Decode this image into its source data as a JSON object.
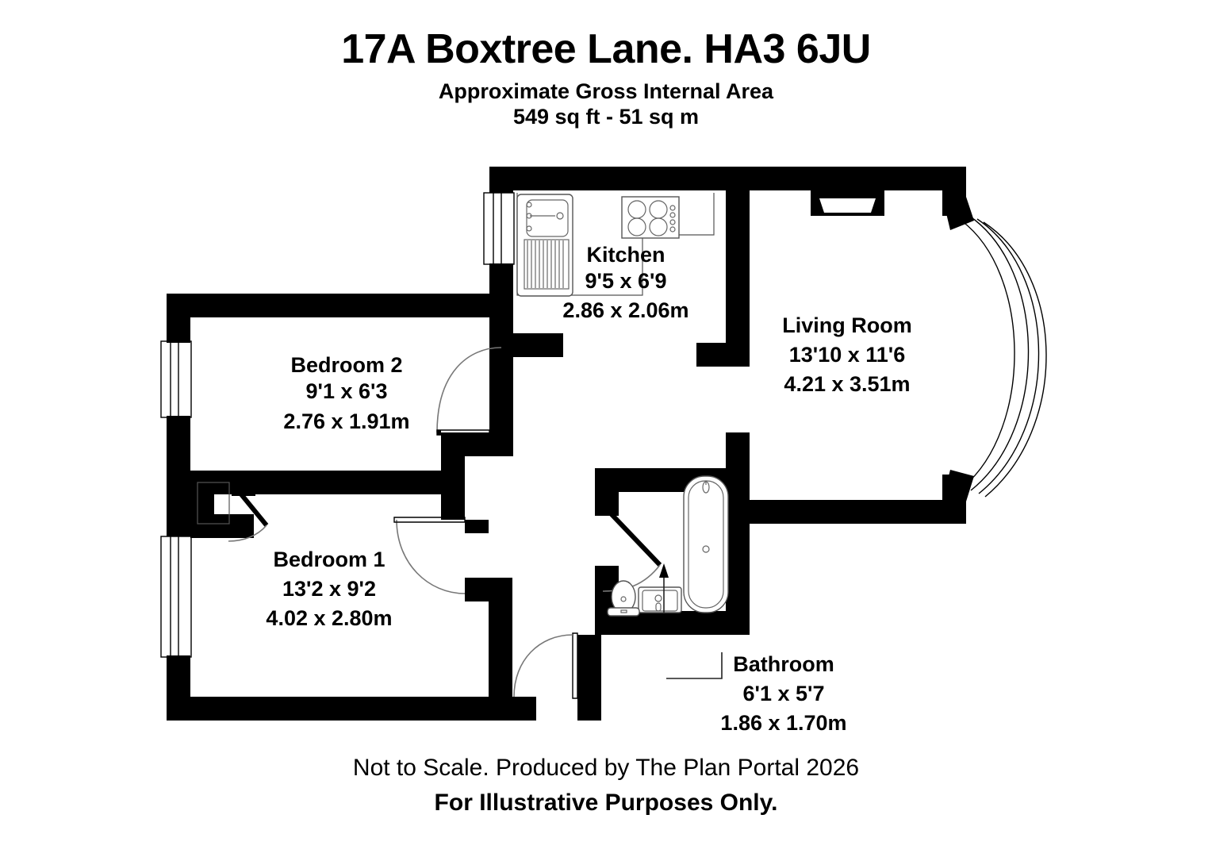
{
  "header": {
    "title": "17A Boxtree Lane. HA3 6JU",
    "subtitle_line1": "Approximate Gross Internal Area",
    "subtitle_line2": "549 sq ft - 51 sq m"
  },
  "footer": {
    "line1": "Not to Scale. Produced by The Plan Portal 2026",
    "line2": "For Illustrative Purposes Only."
  },
  "rooms": {
    "kitchen": {
      "name": "Kitchen",
      "imperial": "9'5 x 6'9",
      "metric": "2.86 x 2.06m"
    },
    "living_room": {
      "name": "Living Room",
      "imperial": "13'10 x 11'6",
      "metric": "4.21 x 3.51m"
    },
    "bedroom_2": {
      "name": "Bedroom 2",
      "imperial": "9'1 x 6'3",
      "metric": "2.76 x 1.91m"
    },
    "bedroom_1": {
      "name": "Bedroom 1",
      "imperial": "13'2 x 9'2",
      "metric": "4.02 x 2.80m"
    },
    "bathroom": {
      "name": "Bathroom",
      "imperial": "6'1 x 5'7",
      "metric": "1.86 x 1.70m"
    }
  },
  "fixtures": [
    "kitchen-sink-icon",
    "kitchen-drainer-icon",
    "kitchen-hob-icon",
    "bathroom-bath-icon",
    "bathroom-basin-icon",
    "bathroom-wc-icon",
    "bedroom1-cupboard-icon"
  ],
  "colors": {
    "wall": "#000000",
    "background": "#ffffff",
    "fixture_stroke": "#555555",
    "door_arc": "#777777"
  },
  "area": {
    "sq_ft": 549,
    "sq_m": 51
  }
}
